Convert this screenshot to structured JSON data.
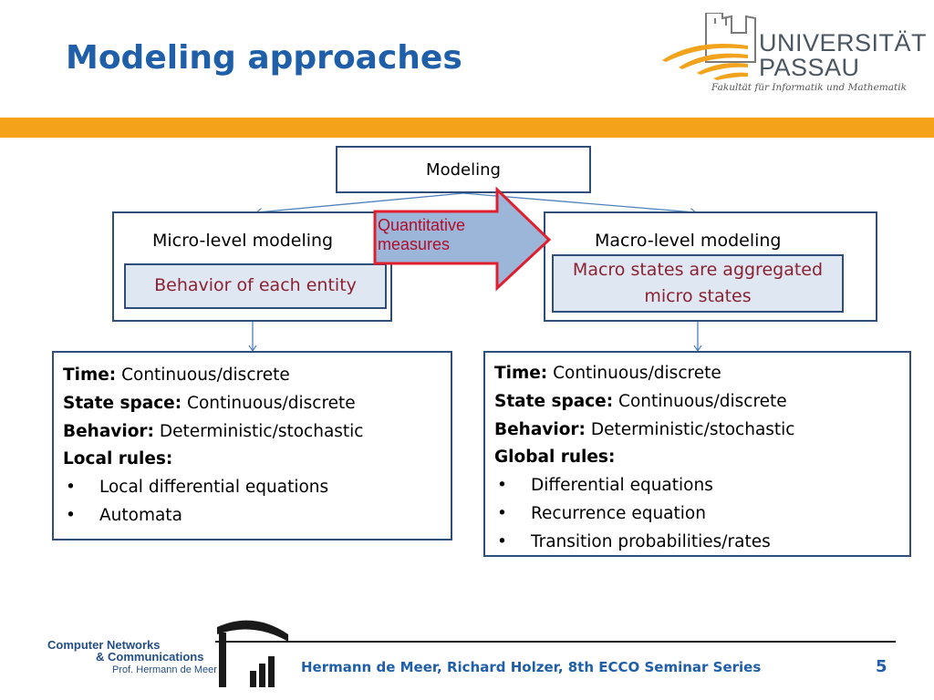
{
  "slide": {
    "title": "Modeling approaches",
    "page_number": "5"
  },
  "logo": {
    "name_line1": "UNIVERSITÄT",
    "name_line2": "PASSAU",
    "faculty": "Fakultät für Informatik und Mathematik"
  },
  "diagram": {
    "root": "Modeling",
    "arrow_label": {
      "line1": "Quantitative",
      "line2": "measures"
    },
    "micro": {
      "label": "Micro-level modeling",
      "inner": "Behavior of each entity",
      "details": {
        "time_label": "Time:",
        "time_value": "Continuous/discrete",
        "state_label": "State space:",
        "state_value": "Continuous/discrete",
        "behavior_label": "Behavior:",
        "behavior_value": "Deterministic/stochastic",
        "rules_label": "Local rules:",
        "rules": [
          "Local differential equations",
          "Automata"
        ]
      }
    },
    "macro": {
      "label": "Macro-level modeling",
      "inner_line1": "Macro states are aggregated",
      "inner_line2": "micro states",
      "details": {
        "time_label": "Time:",
        "time_value": "Continuous/discrete",
        "state_label": "State space:",
        "state_value": "Continuous/discrete",
        "behavior_label": "Behavior:",
        "behavior_value": "Deterministic/stochastic",
        "rules_label": "Global rules:",
        "rules": [
          "Differential equations",
          "Recurrence equation",
          "Transition probabilities/rates"
        ]
      }
    }
  },
  "footer": {
    "group_line1": "Computer Networks",
    "group_line2": "& Communications",
    "group_line3": "Prof. Hermann de Meer",
    "authors": "Hermann de Meer, Richard Holzer, 8th ECCO Seminar Series"
  },
  "colors": {
    "title_blue": "#1f5ea8",
    "accent_orange": "#f4a21a",
    "box_border": "#2f4e7a",
    "inner_fill": "#dfe7f3",
    "inner_text": "#8b2231",
    "arrow_fill": "#9bb6d8",
    "arrow_outline": "#e01f2e"
  }
}
